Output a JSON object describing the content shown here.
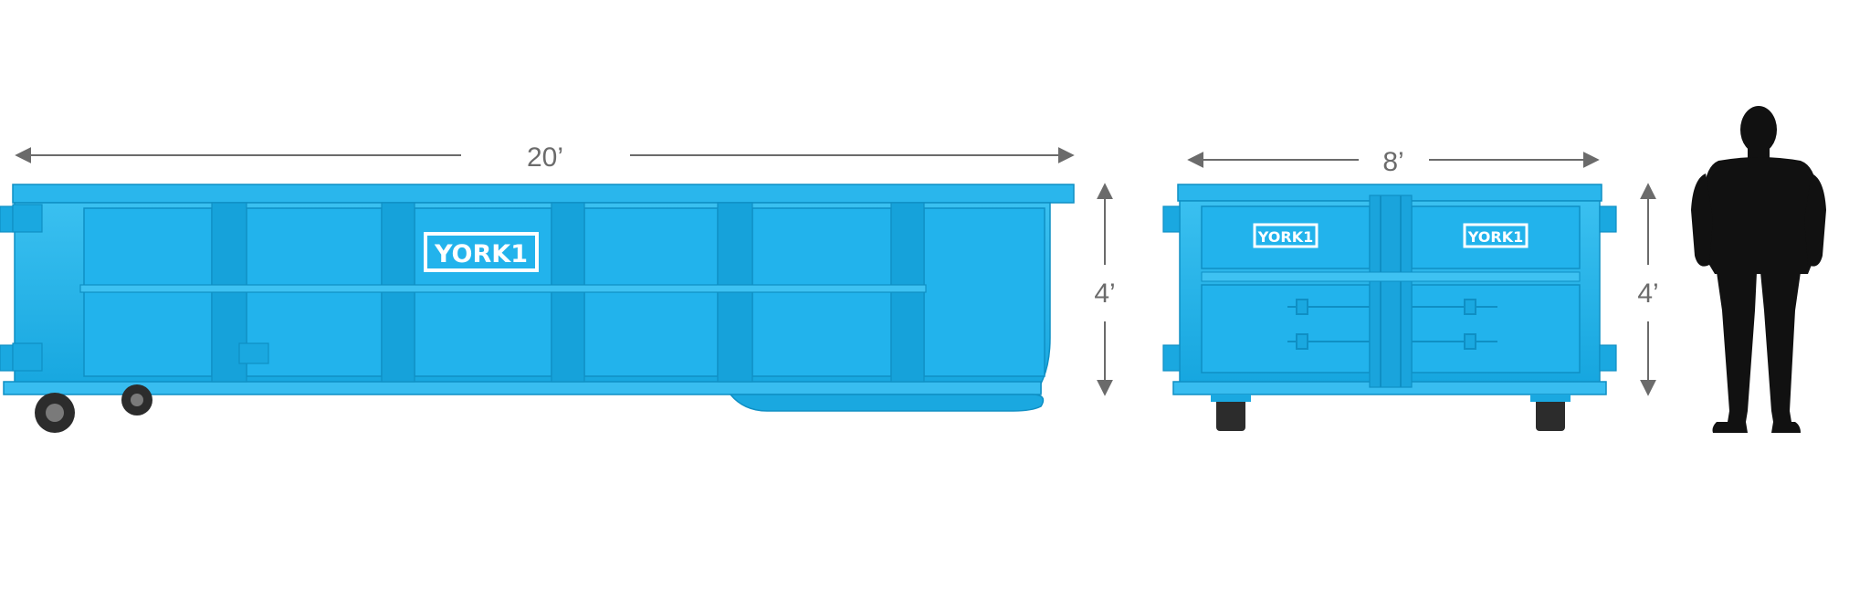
{
  "dimensions": {
    "side_length": "20’",
    "side_height": "4’",
    "front_width": "8’",
    "front_height": "4’"
  },
  "brand": {
    "logo_text": "YORK1"
  },
  "colors": {
    "container_body": "#1cb0ea",
    "container_dark": "#0f8fc4",
    "container_light": "#46c6f2",
    "dimension_line": "#6b6b6b",
    "silhouette": "#111111",
    "wheel": "#2c2c2c"
  }
}
